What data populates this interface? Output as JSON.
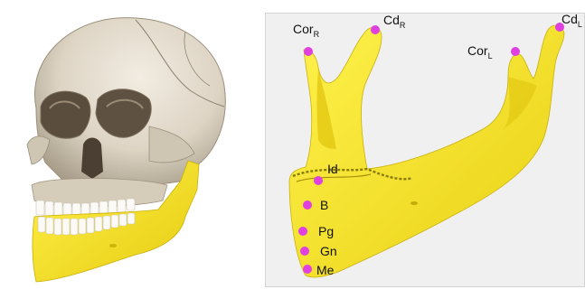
{
  "colors": {
    "mandible": "#f5e01c",
    "mandible_shade": "#d9c20e",
    "skull_bone": "#e4ddd0",
    "skull_shadow": "#b7ad9c",
    "landmark": "#e040e0",
    "panel_bg": "#f0f0f0"
  },
  "landmarks": [
    {
      "id": "cor-r",
      "base": "Cor",
      "sub": "R"
    },
    {
      "id": "cd-r",
      "base": "Cd",
      "sub": "R"
    },
    {
      "id": "cor-l",
      "base": "Cor",
      "sub": "L"
    },
    {
      "id": "cd-l",
      "base": "Cd",
      "sub": "L"
    },
    {
      "id": "id",
      "base": "Id",
      "sub": ""
    },
    {
      "id": "b",
      "base": "B",
      "sub": ""
    },
    {
      "id": "pg",
      "base": "Pg",
      "sub": ""
    },
    {
      "id": "gn",
      "base": "Gn",
      "sub": ""
    },
    {
      "id": "me",
      "base": "Me",
      "sub": ""
    }
  ]
}
